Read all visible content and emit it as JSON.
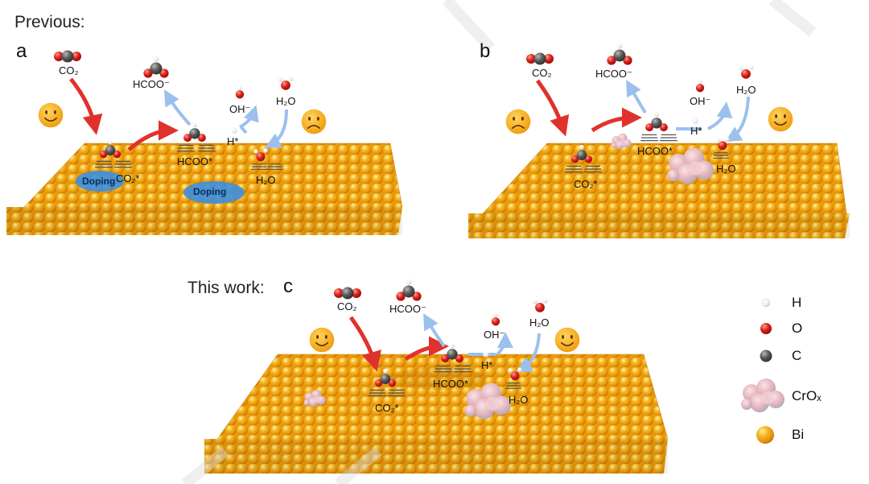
{
  "headers": {
    "previous": "Previous:",
    "this_work": "This work:"
  },
  "panels": {
    "a": {
      "letter": "a",
      "labels": {
        "co2_gas": "CO₂",
        "hcoo_minus": "HCOO⁻",
        "oh_minus": "OH⁻",
        "h2o_gas": "H₂O",
        "h_star": "H*",
        "hcoo_star": "HCOO*",
        "co2_star": "CO₂*",
        "h2o_ads": "H₂O",
        "doping_1": "Doping",
        "doping_2": "Doping"
      }
    },
    "b": {
      "letter": "b",
      "labels": {
        "co2_gas": "CO₂",
        "hcoo_minus": "HCOO⁻",
        "oh_minus": "OH⁻",
        "h2o_gas": "H₂O",
        "h_star": "H*",
        "hcoo_star": "HCOO*",
        "co2_star": "CO₂*",
        "h2o_ads": "H₂O"
      }
    },
    "c": {
      "letter": "c",
      "labels": {
        "co2_gas": "CO₂",
        "hcoo_minus": "HCOO⁻",
        "oh_minus": "OH⁻",
        "h2o_gas": "H₂O",
        "h_star": "H*",
        "hcoo_star": "HCOO*",
        "co2_star": "CO₂*",
        "h2o_ads": "H₂O"
      }
    }
  },
  "legend": {
    "items": [
      {
        "label": "H",
        "icon": "hydrogen-atom-icon"
      },
      {
        "label": "O",
        "icon": "oxygen-atom-icon"
      },
      {
        "label": "C",
        "icon": "carbon-atom-icon"
      },
      {
        "label": "CrOₓ",
        "icon": "crox-cluster-icon"
      },
      {
        "label": "Bi",
        "icon": "bismuth-atom-icon"
      }
    ]
  },
  "colors": {
    "bi": "#f2a413",
    "bi_highlight": "#ffe07a",
    "bi_shadow": "#c77b00",
    "oxygen": "#e0201b",
    "carbon": "#5a5a5a",
    "hydrogen": "#f4f4f4",
    "crox": "#e8b9c0",
    "doping": "#3b8fe0",
    "red_arrow": "#e0322c",
    "blue_arrow": "#9cc0ee",
    "smiley": "#f5a916"
  }
}
